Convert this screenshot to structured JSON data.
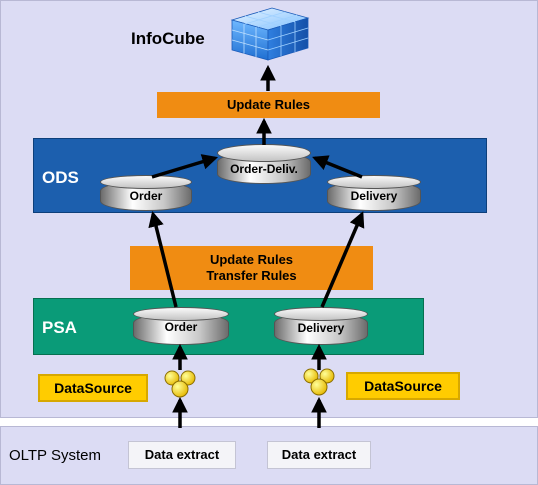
{
  "infocube": {
    "label": "InfoCube"
  },
  "update_rules_top": {
    "label": "Update Rules"
  },
  "ods": {
    "label": "ODS",
    "order_label": "Order",
    "order_deliv_label": "Order-Deliv.",
    "delivery_label": "Delivery"
  },
  "rules_mid": {
    "line1": "Update Rules",
    "line2": "Transfer Rules"
  },
  "psa": {
    "label": "PSA",
    "order_label": "Order",
    "delivery_label": "Delivery"
  },
  "datasource": {
    "left_label": "DataSource",
    "right_label": "DataSource"
  },
  "oltp": {
    "label": "OLTP System",
    "extract_left": "Data extract",
    "extract_right": "Data extract"
  },
  "colors": {
    "background": "#dcdcf4",
    "ods_band": "#1c5fae",
    "psa_band": "#0a9b78",
    "rules_orange": "#f08c12",
    "datasource_yellow": "#ffcc00",
    "cube_blue": "#3a8ee8"
  }
}
